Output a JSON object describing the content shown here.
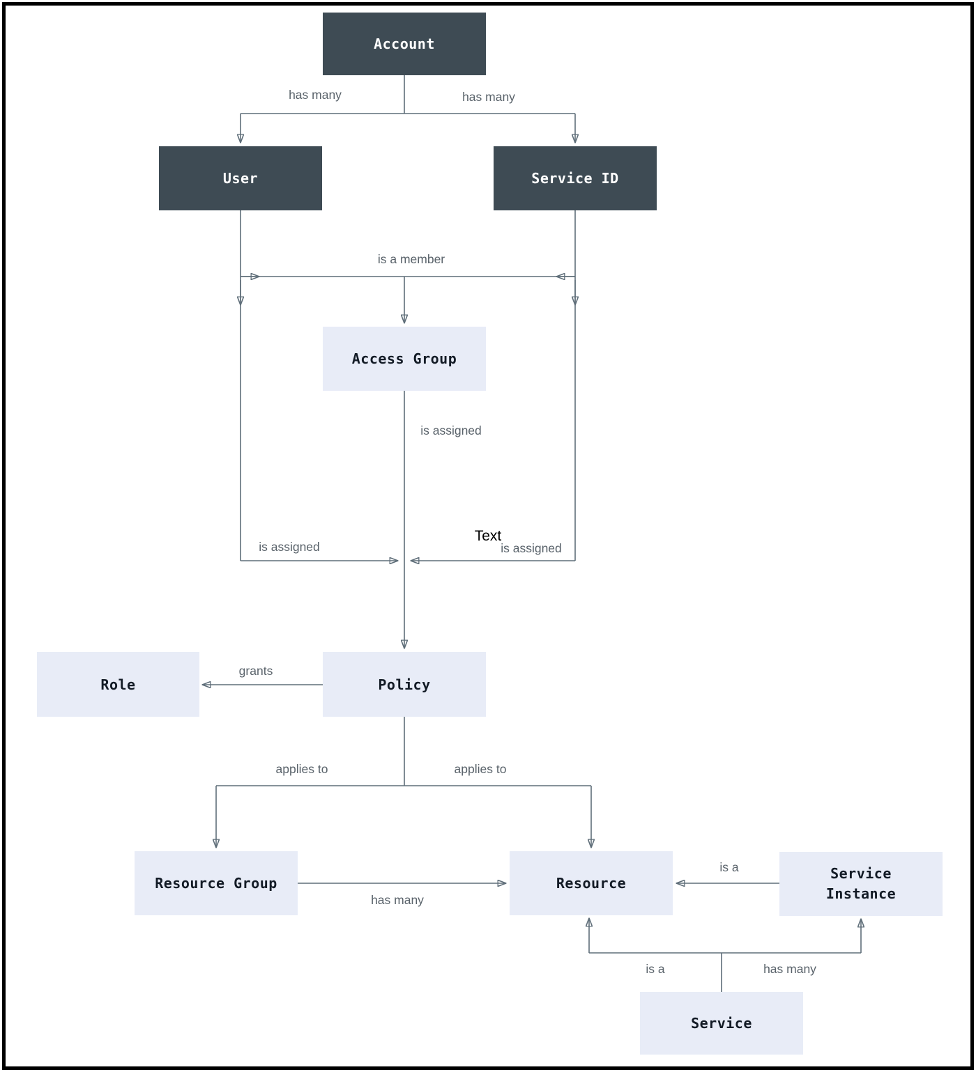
{
  "nodes": {
    "account": {
      "label": "Account"
    },
    "user": {
      "label": "User"
    },
    "service_id": {
      "label": "Service ID"
    },
    "access_group": {
      "label": "Access Group"
    },
    "role": {
      "label": "Role"
    },
    "policy": {
      "label": "Policy"
    },
    "resource_group": {
      "label": "Resource Group"
    },
    "resource": {
      "label": "Resource"
    },
    "service_instance": {
      "label": "Service Instance"
    },
    "service": {
      "label": "Service"
    }
  },
  "edge_labels": {
    "account_has_many_user": "has many",
    "account_has_many_service_id": "has many",
    "is_a_member": "is a member",
    "access_group_is_assigned": "is assigned",
    "user_is_assigned": "is assigned",
    "service_id_is_assigned": "is assigned",
    "stray_text": "Text",
    "grants": "grants",
    "applies_to_resource_group": "applies to",
    "applies_to_resource": "applies to",
    "resource_group_has_many": "has many",
    "service_instance_is_a": "is a",
    "service_is_a": "is a",
    "service_has_many": "has many"
  },
  "colors": {
    "dark_node_bg": "#3e4b54",
    "dark_node_text": "#ffffff",
    "light_node_bg": "#e8ecf7",
    "light_node_text": "#131b26",
    "edge": "#5f6e79",
    "edge_label_text": "#59626a",
    "stray_text_color": "#000000",
    "frame_border": "#000000",
    "background": "#ffffff"
  }
}
